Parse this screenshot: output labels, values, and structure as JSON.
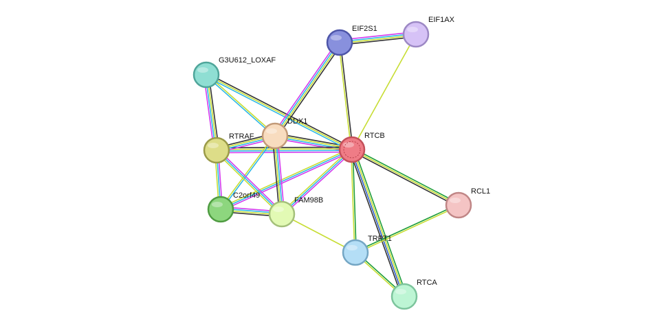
{
  "background": "#ffffff",
  "nodes": [
    {
      "id": "RTCB",
      "label": "RTCB",
      "color": "#ef7c86",
      "stroke": "#c4505a",
      "highlight": true
    },
    {
      "id": "DDX1",
      "label": "DDX1",
      "color": "#f8dcbf",
      "stroke": "#c29a78"
    },
    {
      "id": "RTRAF",
      "label": "RTRAF",
      "color": "#dddd88",
      "stroke": "#9a9a48"
    },
    {
      "id": "EIF2S1",
      "label": "EIF2S1",
      "color": "#8890dd",
      "stroke": "#4d55a8"
    },
    {
      "id": "EIF1AX",
      "label": "EIF1AX",
      "color": "#d6c2f6",
      "stroke": "#9c88c4"
    },
    {
      "id": "G3U612_LOXAF",
      "label": "G3U612_LOXAF",
      "color": "#8fded3",
      "stroke": "#4fa59a"
    },
    {
      "id": "C2orf49",
      "label": "C2orf49",
      "color": "#8dd67e",
      "stroke": "#4f9c42"
    },
    {
      "id": "FAM98B",
      "label": "FAM98B",
      "color": "#e2fab4",
      "stroke": "#a4c07a"
    },
    {
      "id": "RCL1",
      "label": "RCL1",
      "color": "#f4c4c4",
      "stroke": "#c08686"
    },
    {
      "id": "TRPT1",
      "label": "TRPT1",
      "color": "#b4def6",
      "stroke": "#74a6c4"
    },
    {
      "id": "RTCA",
      "label": "RTCA",
      "color": "#bdf5d4",
      "stroke": "#7cc49c"
    }
  ],
  "edges": [
    {
      "from": "RTCB",
      "to": "DDX1",
      "colors": [
        "#d33aed",
        "#2fb8e6",
        "#c7dd33",
        "#333333"
      ]
    },
    {
      "from": "RTCB",
      "to": "RTRAF",
      "colors": [
        "#d33aed",
        "#2fb8e6",
        "#c7dd33",
        "#333333"
      ]
    },
    {
      "from": "RTCB",
      "to": "EIF2S1",
      "colors": [
        "#c7dd33",
        "#333333"
      ]
    },
    {
      "from": "RTCB",
      "to": "EIF1AX",
      "colors": [
        "#c7dd33"
      ]
    },
    {
      "from": "RTCB",
      "to": "G3U612_LOXAF",
      "colors": [
        "#2fb8e6",
        "#c7dd33",
        "#333333"
      ]
    },
    {
      "from": "RTCB",
      "to": "C2orf49",
      "colors": [
        "#d33aed",
        "#2fb8e6",
        "#c7dd33"
      ]
    },
    {
      "from": "RTCB",
      "to": "FAM98B",
      "colors": [
        "#d33aed",
        "#2fb8e6",
        "#c7dd33"
      ]
    },
    {
      "from": "RTCB",
      "to": "RCL1",
      "colors": [
        "#1f9e3a",
        "#c7dd33",
        "#333333"
      ]
    },
    {
      "from": "RTCB",
      "to": "TRPT1",
      "colors": [
        "#1f9e3a",
        "#c7dd33"
      ]
    },
    {
      "from": "RTCB",
      "to": "RTCA",
      "colors": [
        "#1f9e3a",
        "#c7dd33",
        "#2d5cc8",
        "#333333"
      ]
    },
    {
      "from": "DDX1",
      "to": "RTRAF",
      "colors": [
        "#d33aed",
        "#2fb8e6",
        "#c7dd33",
        "#333333"
      ]
    },
    {
      "from": "DDX1",
      "to": "EIF2S1",
      "colors": [
        "#d33aed",
        "#2fb8e6",
        "#c7dd33",
        "#333333"
      ]
    },
    {
      "from": "DDX1",
      "to": "G3U612_LOXAF",
      "colors": [
        "#2fb8e6",
        "#c7dd33"
      ]
    },
    {
      "from": "DDX1",
      "to": "C2orf49",
      "colors": [
        "#2fb8e6",
        "#c7dd33"
      ]
    },
    {
      "from": "DDX1",
      "to": "FAM98B",
      "colors": [
        "#d33aed",
        "#2fb8e6",
        "#c7dd33",
        "#333333"
      ]
    },
    {
      "from": "RTRAF",
      "to": "G3U612_LOXAF",
      "colors": [
        "#d33aed",
        "#2fb8e6",
        "#c7dd33",
        "#333333"
      ]
    },
    {
      "from": "RTRAF",
      "to": "C2orf49",
      "colors": [
        "#d33aed",
        "#2fb8e6",
        "#c7dd33"
      ]
    },
    {
      "from": "RTRAF",
      "to": "FAM98B",
      "colors": [
        "#d33aed",
        "#2fb8e6",
        "#c7dd33"
      ]
    },
    {
      "from": "EIF2S1",
      "to": "EIF1AX",
      "colors": [
        "#d33aed",
        "#2fb8e6",
        "#c7dd33",
        "#333333"
      ]
    },
    {
      "from": "C2orf49",
      "to": "FAM98B",
      "colors": [
        "#d33aed",
        "#2fb8e6",
        "#c7dd33",
        "#333333"
      ]
    },
    {
      "from": "FAM98B",
      "to": "TRPT1",
      "colors": [
        "#c7dd33"
      ]
    },
    {
      "from": "TRPT1",
      "to": "RCL1",
      "colors": [
        "#1f9e3a",
        "#c7dd33"
      ]
    },
    {
      "from": "TRPT1",
      "to": "RTCA",
      "colors": [
        "#1f9e3a",
        "#c7dd33"
      ]
    }
  ]
}
